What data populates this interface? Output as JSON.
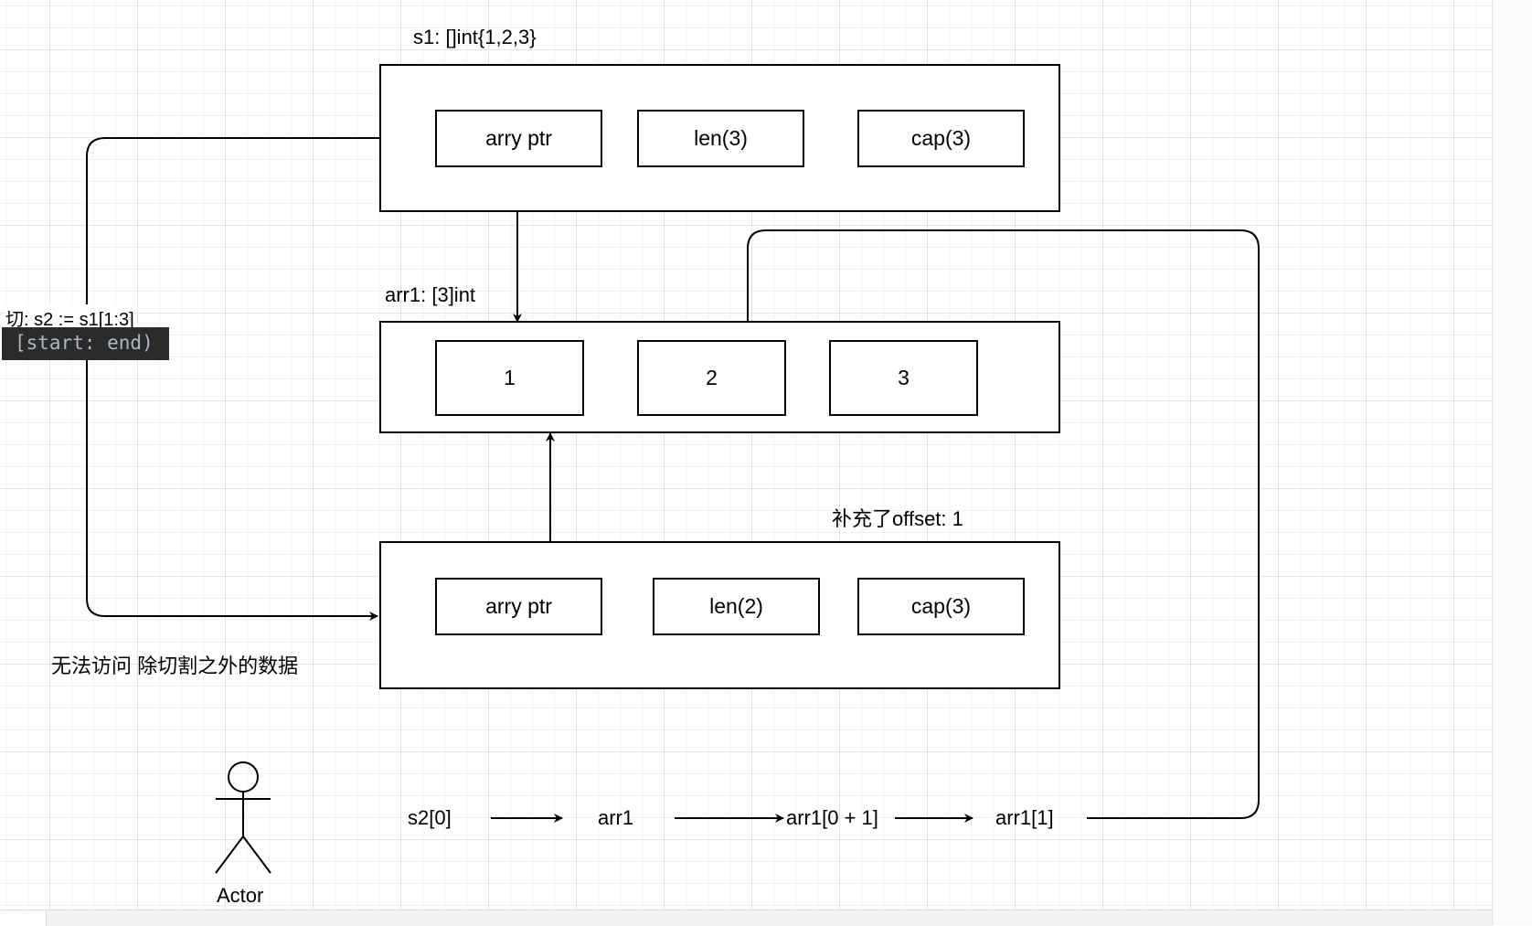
{
  "s1": {
    "title": "s1: []int{1,2,3}",
    "fields": [
      "arry ptr",
      "len(3)",
      "cap(3)"
    ]
  },
  "arr1": {
    "title": "arr1: [3]int",
    "values": [
      "1",
      "2",
      "3"
    ]
  },
  "s2": {
    "note": "补充了offset: 1",
    "fields": [
      "arry ptr",
      "len(2)",
      "cap(3)"
    ]
  },
  "slice_op": {
    "label": "切:  s2 := s1[1:3]",
    "code_hint": "[start: end)"
  },
  "restriction_note": "无法访问 除切割之外的数据",
  "access_chain": [
    "s2[0]",
    "arr1",
    "arr1[0 + 1]",
    "arr1[1]"
  ],
  "actor": {
    "label": "Actor",
    "icon": "stick-figure-icon"
  },
  "colors": {
    "stroke": "#000000",
    "grid": "#e3e3e3",
    "code_bg": "#2b2b2b",
    "code_fg": "#a9b7c6"
  }
}
